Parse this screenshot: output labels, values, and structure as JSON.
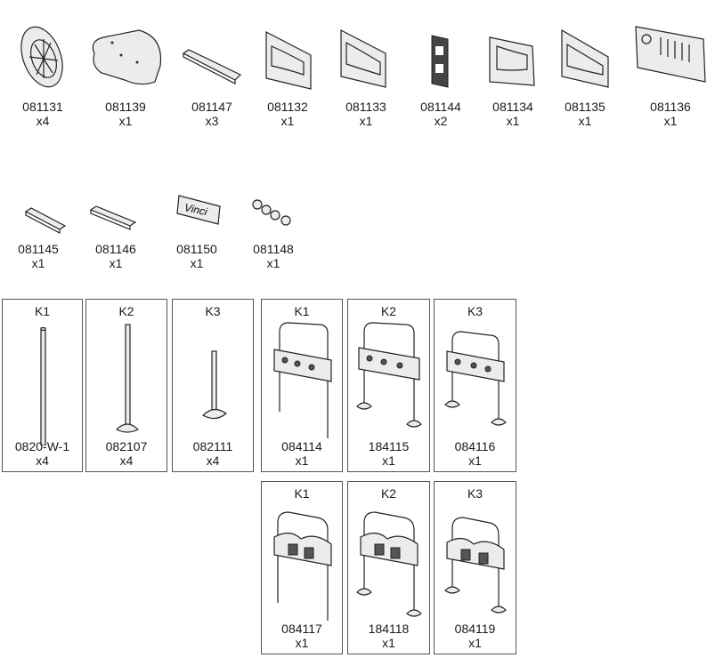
{
  "top_parts": [
    {
      "code": "081131",
      "qty": "x4"
    },
    {
      "code": "081139",
      "qty": "x1"
    },
    {
      "code": "081147",
      "qty": "x3"
    },
    {
      "code": "081132",
      "qty": "x1"
    },
    {
      "code": "081133",
      "qty": "x1"
    },
    {
      "code": "081144",
      "qty": "x2"
    },
    {
      "code": "081134",
      "qty": "x1"
    },
    {
      "code": "081135",
      "qty": "x1"
    },
    {
      "code": "081136",
      "qty": "x1"
    }
  ],
  "mid_parts": [
    {
      "code": "081145",
      "qty": "x1"
    },
    {
      "code": "081146",
      "qty": "x1"
    },
    {
      "code": "081150",
      "qty": "x1"
    },
    {
      "code": "081148",
      "qty": "x1"
    }
  ],
  "logo_text": "Vinci",
  "boxes_row1": [
    {
      "kit": "K1",
      "code": "0820-W-1",
      "qty": "x4"
    },
    {
      "kit": "K2",
      "code": "082107",
      "qty": "x4"
    },
    {
      "kit": "K3",
      "code": "082111",
      "qty": "x4"
    },
    {
      "kit": "K1",
      "code": "084114",
      "qty": "x1"
    },
    {
      "kit": "K2",
      "code": "184115",
      "qty": "x1"
    },
    {
      "kit": "K3",
      "code": "084116",
      "qty": "x1"
    }
  ],
  "boxes_row2": [
    {
      "kit": "K1",
      "code": "084117",
      "qty": "x1"
    },
    {
      "kit": "K2",
      "code": "184118",
      "qty": "x1"
    },
    {
      "kit": "K3",
      "code": "084119",
      "qty": "x1"
    }
  ]
}
